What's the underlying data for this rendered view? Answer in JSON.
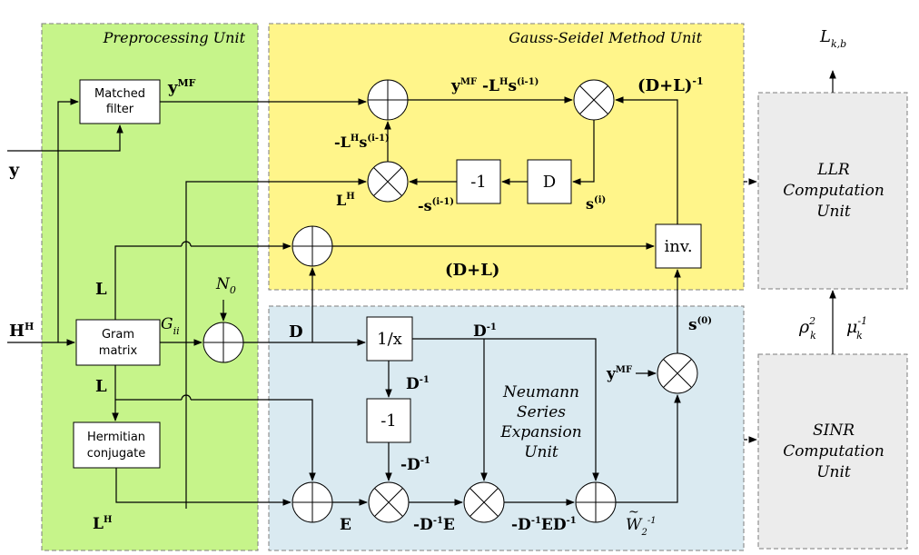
{
  "colors": {
    "preprocessing_fill": "#c6f48a",
    "gauss_seidel_fill": "#fff58a",
    "neumann_fill": "#daeaf1",
    "output_fill": "#ececec",
    "line": "#000000",
    "region_border": "#7d7d7d"
  },
  "regions": {
    "preprocessing": {
      "title": "Preprocessing Unit"
    },
    "gauss_seidel": {
      "title": "Gauss-Seidel Method Unit"
    },
    "neumann": {
      "title_lines": [
        "Neumann",
        "Series",
        "Expansion",
        "Unit"
      ]
    },
    "llr": {
      "title_lines": [
        "LLR",
        "Computation",
        "Unit"
      ]
    },
    "sinr": {
      "title_lines": [
        "SINR",
        "Computation",
        "Unit"
      ]
    }
  },
  "blocks": {
    "matched_filter": [
      "Matched",
      "filter"
    ],
    "gram_matrix": [
      "Gram",
      "matrix"
    ],
    "hermitian_conjugate": [
      "Hermitian",
      "conjugate"
    ],
    "minus_one_gs": "-1",
    "d_block": "D",
    "inv": "inv.",
    "reciprocal": "1/x",
    "minus_one_ns": "-1"
  },
  "labels": {
    "input_y": "y",
    "input_hh": {
      "base": "H",
      "sup": "H"
    },
    "y_mf": {
      "base": "y",
      "sup": "MF"
    },
    "y_mf_gs": {
      "p1": "y",
      "p1sup": "MF",
      "p2": " -L",
      "p2sup": "H",
      "p3": "s",
      "p3sup": "(i-1)"
    },
    "d_plus_l_inv": {
      "base": "(D+L)",
      "sup": "-1"
    },
    "minus_lh_s": {
      "p1": "-L",
      "p1sup": "H",
      "p2": "s",
      "p2sup": "(i-1)"
    },
    "lh_gs": {
      "base": "L",
      "sup": "H"
    },
    "minus_s": {
      "base": "-s",
      "sup": "(i-1)"
    },
    "s_i": {
      "base": "s",
      "sup": "(i)"
    },
    "d_plus_l": "(D+L)",
    "l_top": "L",
    "n0": {
      "base": "N",
      "sub": "0"
    },
    "g_ii": {
      "base": "G",
      "sub": "ii"
    },
    "d_out": "D",
    "d_inv_top": {
      "base": "D",
      "sup": "-1"
    },
    "l_mid": "L",
    "d_inv_mid": {
      "base": "D",
      "sup": "-1"
    },
    "minus_d_inv": {
      "base": "-D",
      "sup": "-1"
    },
    "lh_bottom": {
      "base": "L",
      "sup": "H"
    },
    "e_label": "E",
    "minus_d_inv_e": {
      "base": "-D",
      "sup": "-1",
      "tail": "E"
    },
    "minus_d_inv_e_d_inv": {
      "base": "-D",
      "sup": "-1",
      "mid": "ED",
      "sup2": "-1"
    },
    "w2_inv": {
      "base": "W",
      "sub": "2",
      "sup": "-1",
      "accent": "~"
    },
    "y_mf_ns": {
      "base": "y",
      "sup": "MF"
    },
    "s0": {
      "base": "s",
      "sup": "(0)"
    },
    "l_kb": {
      "base": "L",
      "sub": "k,b"
    },
    "rho": {
      "base": "ρ",
      "sup": "2",
      "sub": "k"
    },
    "mu": {
      "base": "μ",
      "sup": "-1",
      "sub": "k"
    }
  }
}
